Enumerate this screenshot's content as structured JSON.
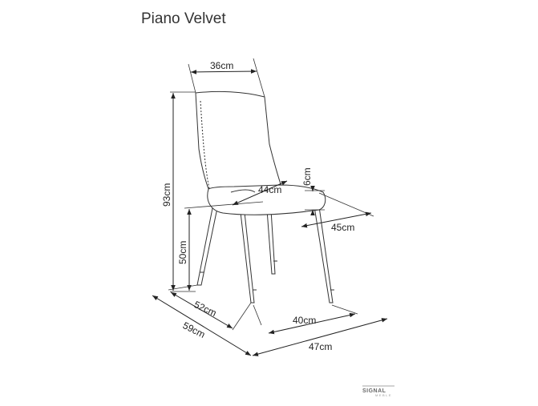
{
  "title": "Piano Velvet",
  "dimensions": {
    "back_width": "36cm",
    "total_height": "93cm",
    "seat_height": "50cm",
    "seat_width": "44cm",
    "seat_thickness": "6cm",
    "seat_depth": "45cm",
    "legs_depth": "52cm",
    "legs_width": "40cm",
    "total_depth": "59cm",
    "total_width": "47cm"
  },
  "brand": {
    "name": "SIGNAL",
    "tagline": "MEBLE"
  }
}
